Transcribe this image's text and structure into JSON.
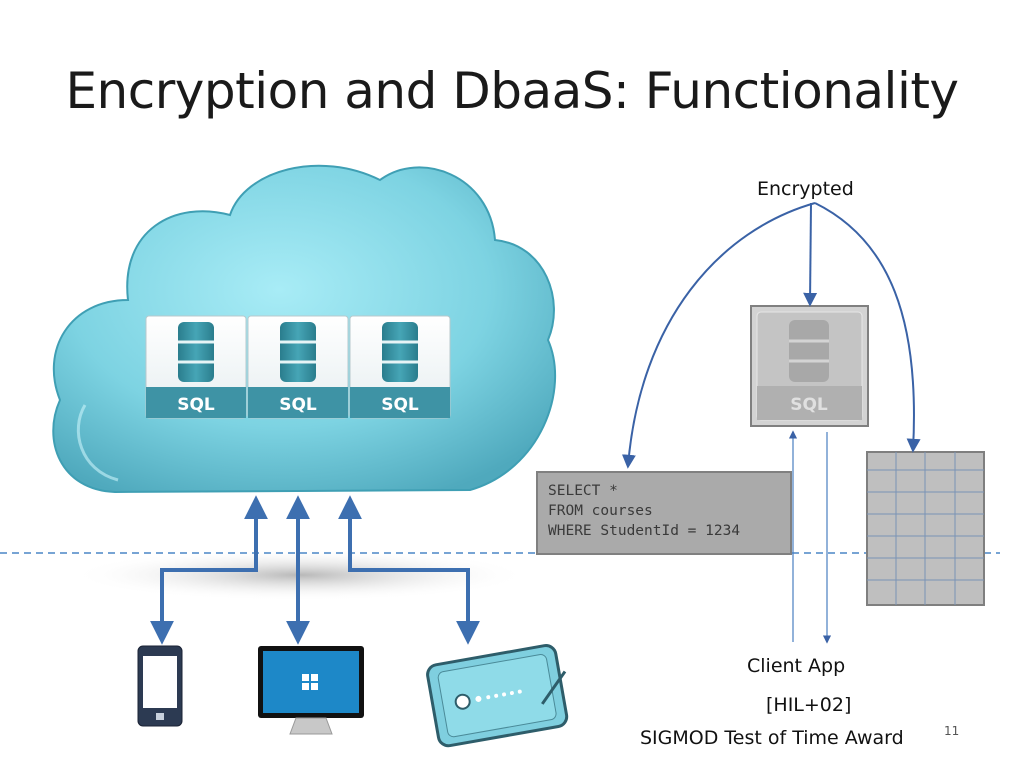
{
  "slide": {
    "title": "Encryption and DbaaS: Functionality",
    "page_number": "11"
  },
  "cloud": {
    "databases": [
      {
        "label": "SQL"
      },
      {
        "label": "SQL"
      },
      {
        "label": "SQL"
      }
    ]
  },
  "devices": [
    {
      "name": "phone-icon"
    },
    {
      "name": "monitor-icon"
    },
    {
      "name": "tablet-icon"
    }
  ],
  "encrypted_label": "Encrypted",
  "encrypted_db": {
    "label": "SQL"
  },
  "query": {
    "lines": [
      "SELECT *",
      "FROM courses",
      "WHERE StudentId = 1234"
    ]
  },
  "client_label": "Client App",
  "citation": "[HIL+02]",
  "award": "SIGMOD Test of Time Award",
  "colors": {
    "cloud": "#8fdbe8",
    "arrow": "#3d6fb0",
    "dashed_line": "#4a86c6",
    "db_body": "#2f8798"
  }
}
